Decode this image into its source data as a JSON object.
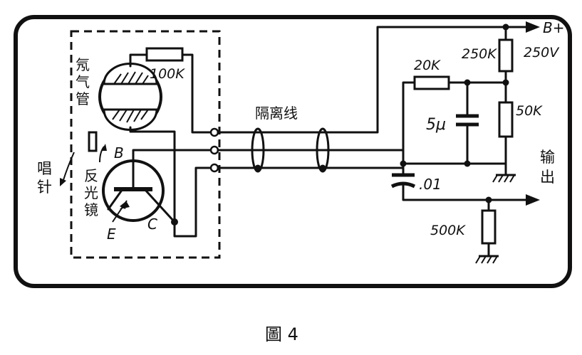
{
  "labels": {
    "neon_tube": "氖气管",
    "stylus": "唱针",
    "reflector": "反光镜",
    "isolation_wire": "隔离线",
    "output": "输出",
    "figure_caption": "圖 4",
    "res_100k": "100K",
    "res_20k": "20K",
    "res_250k": "250K",
    "res_50k": "50K",
    "res_500k": "500K",
    "cap_5u": "5μ",
    "cap_01": ".01",
    "supply": "B+",
    "supply_voltage": "250V",
    "pin_b": "B",
    "pin_e": "E",
    "pin_c": "C"
  },
  "colors": {
    "ink": "#111111",
    "paper": "#ffffff"
  }
}
